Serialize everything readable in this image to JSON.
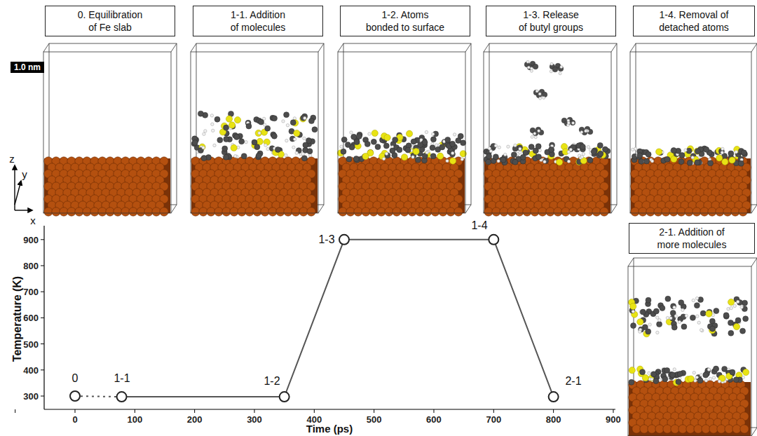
{
  "diagram": {
    "nodes": [
      {
        "text": [
          "0. Equilibration of Fe slab"
        ]
      },
      {
        "text": [
          "1-1. Addition of molecules"
        ]
      },
      {
        "text": [
          "1-2. Atoms bonded to surface"
        ]
      },
      {
        "text": [
          "1-3. Release of butyl groups"
        ]
      },
      {
        "text": [
          "1-4. Removal of detached atoms"
        ]
      },
      {
        "text": [
          "1.0 nm"
        ]
      },
      {
        "text": [
          "2-1. Addition of more molecules"
        ]
      }
    ],
    "labels": [
      "z",
      "y",
      "x",
      "300",
      "400",
      "500",
      "600",
      "700",
      "800",
      "900",
      "0",
      "100",
      "200",
      "300",
      "400",
      "500",
      "600",
      "700",
      "800",
      "900",
      "Temperature (K)",
      "Time (ps)",
      "0",
      "1-1",
      "1-2",
      "1-3",
      "1-4",
      "2-1"
    ]
  }
}
